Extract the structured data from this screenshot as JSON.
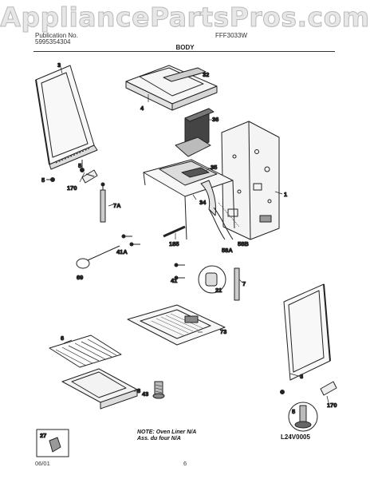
{
  "watermark": "AppliancePartsPros.com",
  "header": {
    "line1": "Publication No.",
    "line2": "5995354304",
    "model": "FFF3033W"
  },
  "section_title": "BODY",
  "parts": {
    "p3a": "3",
    "p32": "32",
    "p4": "4",
    "p36": "36",
    "p5a": "5",
    "p5b": "5",
    "p170a": "170",
    "p35": "35",
    "p1": "1",
    "p7a": "7A",
    "p34": "34",
    "p185": "185",
    "p41a": "41A",
    "p58a": "58A",
    "p58b": "58B",
    "p69": "69",
    "p21": "21",
    "p41": "41",
    "p7": "7",
    "p73": "73",
    "p6": "6",
    "p43": "43",
    "p8": "8",
    "p3b": "3",
    "p170b": "170",
    "p5c": "5",
    "p27": "27"
  },
  "note": {
    "line1": "NOTE: Oven Liner N/A",
    "line2": "Ass. du four N/A"
  },
  "drawing_code": "L24V0005",
  "footer": {
    "date": "06/01",
    "page": "6"
  }
}
